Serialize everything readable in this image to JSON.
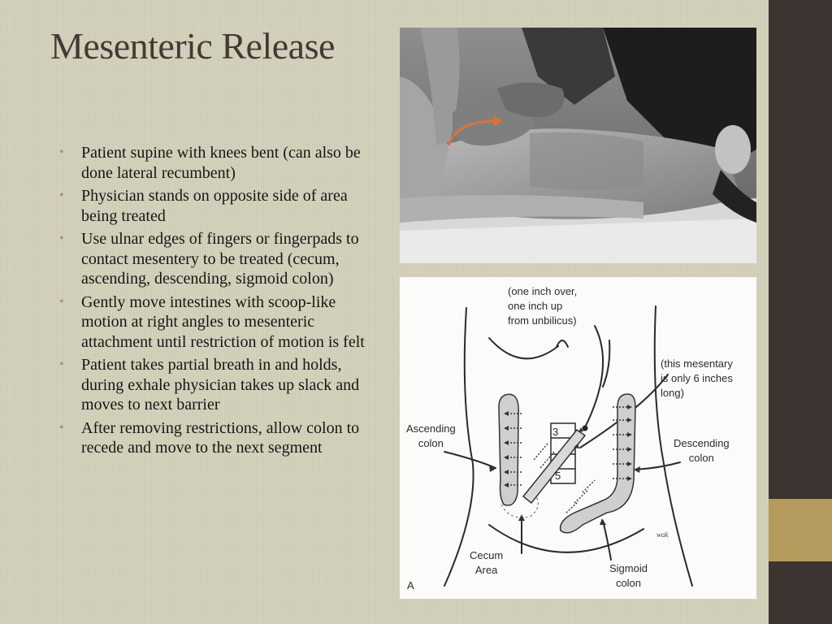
{
  "slide": {
    "title": "Mesenteric Release",
    "bullets": [
      "Patient supine with knees bent (can also be done lateral recumbent)",
      "Physician stands on opposite side of area being treated",
      "Use ulnar edges of fingers or fingerpads to contact mesentery to be treated (cecum, ascending, descending, sigmoid colon)",
      "Gently move intestines with scoop-like motion at right angles to mesenteric attachment until restriction of motion is felt",
      "Patient takes partial breath in and holds, during exhale physician takes up slack and moves to next barrier",
      "After removing restrictions, allow colon to recede and move to the next segment"
    ]
  },
  "diagram": {
    "note_top": [
      "(one inch over,",
      "one inch up",
      "from unbilicus)"
    ],
    "note_right": [
      "(this mesentary",
      "is only 6 inches",
      "long)"
    ],
    "ascending": [
      "Ascending",
      "colon"
    ],
    "descending": [
      "Descending",
      "colon"
    ],
    "cecum": [
      "Cecum",
      "Area"
    ],
    "sigmoid": [
      "Sigmoid",
      "colon"
    ],
    "box_top": "3",
    "box_bottom": "5",
    "panel_letter": "A",
    "signature": "wak"
  },
  "colors": {
    "background": "#d3d0ba",
    "sidebar": "#3b3430",
    "sidebar_accent": "#b49b5d",
    "title": "#433a34",
    "bullet_marker": "#a39773",
    "motion_arrow": "#d9733a"
  }
}
